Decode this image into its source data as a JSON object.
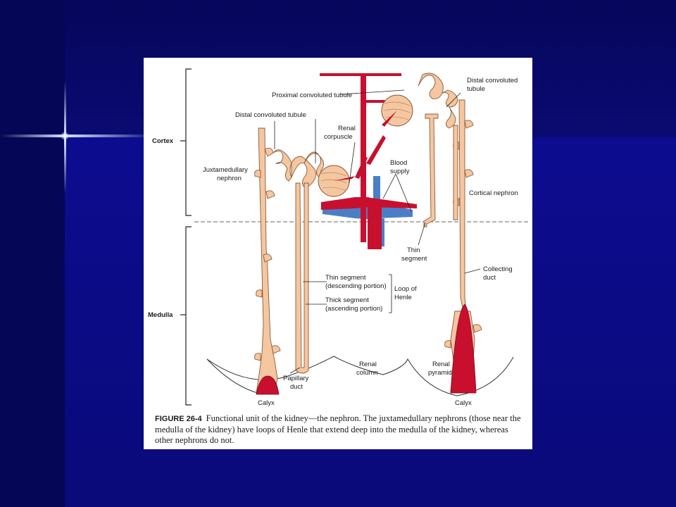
{
  "slide": {
    "colors": {
      "background": "#0a0a7a",
      "tubule": "#f5c7a0",
      "blood_red": "#c8102e",
      "blood_blue": "#4a7fc8"
    }
  },
  "figure": {
    "region_labels": {
      "cortex": "Cortex",
      "medulla": "Medulla"
    },
    "labels": {
      "proximal_convoluted_tubule": "Proximal convoluted tubule",
      "distal_convoluted_tubule_left": "Distal convoluted tubule",
      "distal_convoluted_tubule_right_1": "Distal convoluted",
      "distal_convoluted_tubule_right_2": "tubule",
      "renal_corpuscle_1": "Renal",
      "renal_corpuscle_2": "corpuscle",
      "blood_supply_1": "Blood",
      "blood_supply_2": "supply",
      "juxtamedullary_nephron_1": "Juxtamedullary",
      "juxtamedullary_nephron_2": "nephron",
      "cortical_nephron": "Cortical nephron",
      "thin_segment_1": "Thin",
      "thin_segment_2": "segment",
      "thin_descending_1": "Thin segment",
      "thin_descending_2": "(descending portion)",
      "thick_ascending_1": "Thick segment",
      "thick_ascending_2": "(ascending portion)",
      "loop_of_henle_1": "Loop of",
      "loop_of_henle_2": "Henle",
      "collecting_duct_1": "Collecting",
      "collecting_duct_2": "duct",
      "renal_column_1": "Renal",
      "renal_column_2": "column",
      "renal_pyramid_1": "Renal",
      "renal_pyramid_2": "pyramid",
      "papillary_duct_1": "Papillary",
      "papillary_duct_2": "duct",
      "calyx_left": "Calyx",
      "calyx_right": "Calyx"
    },
    "caption": {
      "number": "FIGURE 26-4",
      "text": "Functional unit of the kidney—the nephron. The juxtamedullary nephrons (those near the medulla of the kidney) have loops of Henle that extend deep into the medulla of the kidney, whereas other nephrons do not."
    }
  }
}
